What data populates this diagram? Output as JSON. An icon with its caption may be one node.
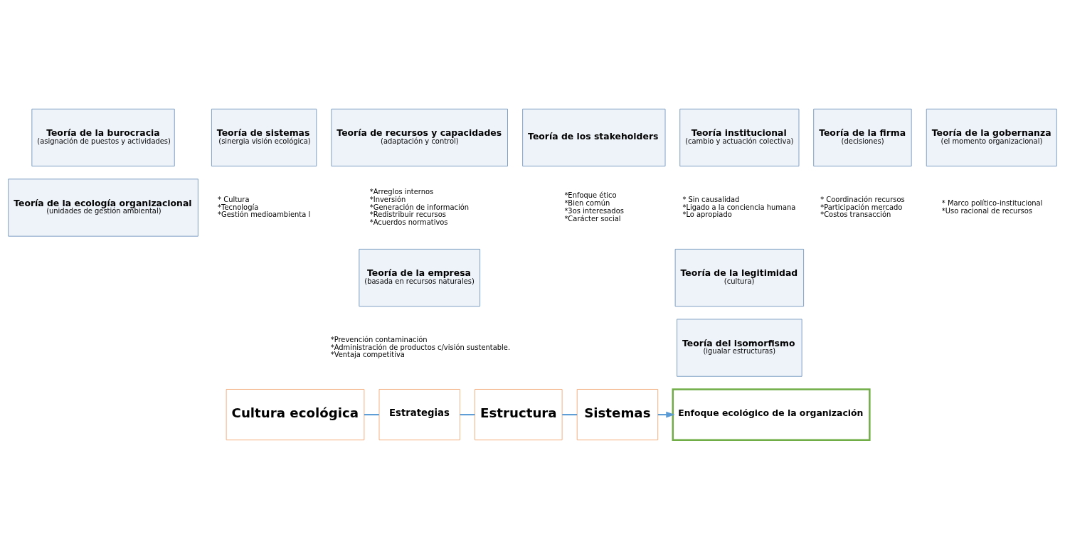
{
  "diagram": {
    "nodes": [
      {
        "text": [
          "Teoría de la burocracia",
          "(asignación de puestos y actividades)"
        ]
      },
      {
        "text": [
          "Teoría de sistemas",
          "(sinergia visión ecológica)"
        ],
        "beside": [
          "* Cultura",
          "*Tecnología",
          "*Gestión medioambienta l"
        ]
      },
      {
        "text": [
          "Teoría de recursos y capacidades",
          "(adaptación y control)"
        ],
        "beside": [
          "*Arreglos internos",
          "*Inversión",
          "*Generación de información",
          "*Redistribuir recursos",
          "*Acuerdos normativos"
        ]
      },
      {
        "text": [
          "Teoría de los stakeholders"
        ],
        "beside": [
          "*Enfoque ético",
          "*Bien común",
          "*3os interesados",
          "*Carácter social"
        ]
      },
      {
        "text": [
          "Teoría institucional",
          "(cambio y actuación colectiva)"
        ],
        "beside": [
          "* Sin causalidad",
          "*Ligado a la conciencia humana",
          "*Lo apropiado"
        ]
      },
      {
        "text": [
          "Teoría de la firma",
          "(decisiones)"
        ],
        "beside": [
          "* Coordinación recursos",
          "*Participación mercado",
          "*Costos transacción"
        ]
      },
      {
        "text": [
          "Teoría de la gobernanza",
          "(el momento organizacional)"
        ],
        "beside": [
          "* Marco político-institucional",
          "*Uso racional de recursos"
        ]
      },
      {
        "text": [
          "Teoría de la ecología organizacional",
          "(unidades de gestión ambiental)"
        ]
      },
      {
        "text": [
          "Teoría de la empresa",
          "(basada en recursos naturales)"
        ],
        "beside": [
          "*Prevención contaminación",
          "*Administración de productos c/visión sustentable.",
          "*Ventaja competitiva"
        ]
      },
      {
        "text": [
          "Teoría de la legitimidad",
          "(cultura)"
        ]
      },
      {
        "text": [
          "Teoría del isomorfismo",
          "(igualar estructuras)"
        ]
      },
      {
        "text": [
          "Cultura ecológica"
        ]
      },
      {
        "text": [
          "Estrategias"
        ]
      },
      {
        "text": [
          "Estructura"
        ]
      },
      {
        "text": [
          "Sistemas"
        ]
      },
      {
        "text": [
          "Enfoque ecológico de la organización"
        ]
      }
    ],
    "edges": [
      {
        "from": 11,
        "to": 12,
        "arrow": "none"
      },
      {
        "from": 12,
        "to": 13,
        "arrow": "none"
      },
      {
        "from": 13,
        "to": 14,
        "arrow": "none"
      },
      {
        "from": 14,
        "to": 15,
        "arrow": "to"
      }
    ]
  }
}
